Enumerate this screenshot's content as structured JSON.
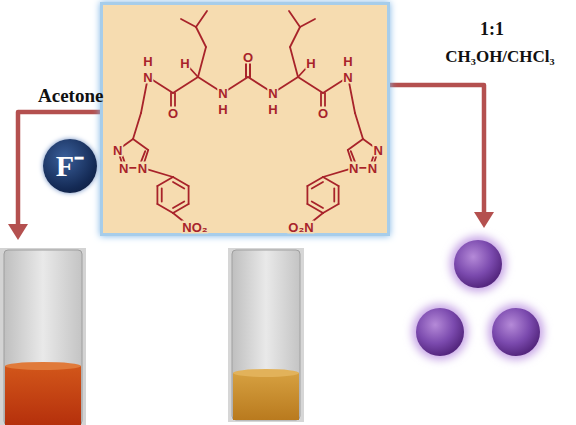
{
  "diagram": {
    "nodes": [
      {
        "text": [
          "H",
          "H",
          "H",
          "N",
          "O",
          "N",
          "H",
          "N",
          "H",
          "N",
          "H",
          "O",
          "O",
          "N",
          "N",
          "N",
          "N",
          "N",
          "N",
          "NO₂",
          "O₂N"
        ]
      },
      {
        "text": [
          "F⁻"
        ]
      }
    ],
    "labels": [
      "Acetone",
      "1:1",
      "CH₃OH/CHCl₃"
    ]
  }
}
